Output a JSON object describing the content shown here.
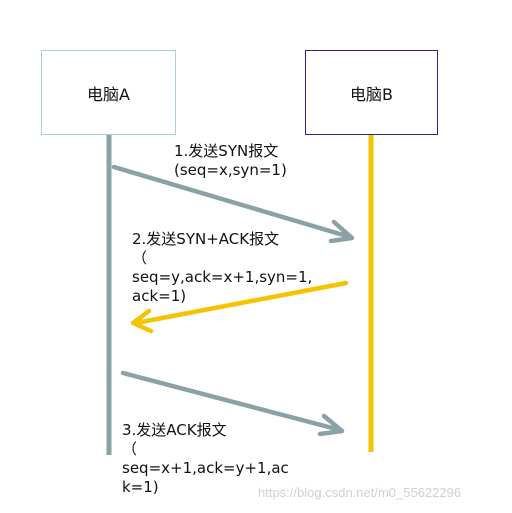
{
  "nodes": {
    "a": {
      "label": "电脑A"
    },
    "b": {
      "label": "电脑B"
    }
  },
  "messages": [
    {
      "label": "1.发送SYN报文\n(seq=x,syn=1)",
      "from": "a",
      "to": "b"
    },
    {
      "label": "2.发送SYN+ACK报文\n（\nseq=y,ack=x+1,syn=1,\nack=1)",
      "from": "b",
      "to": "a"
    },
    {
      "label": "3.发送ACK报文\n（\nseq=x+1,ack=y+1,ac\nk=1)",
      "from": "a",
      "to": "b"
    }
  ],
  "watermark": "https://blog.csdn.net/m0_55622296",
  "colors": {
    "lifeline_a": "#8aa2a5",
    "lifeline_b": "#f5c400",
    "box_a_border": "#a9d3d6",
    "box_b_border": "#27278a"
  }
}
